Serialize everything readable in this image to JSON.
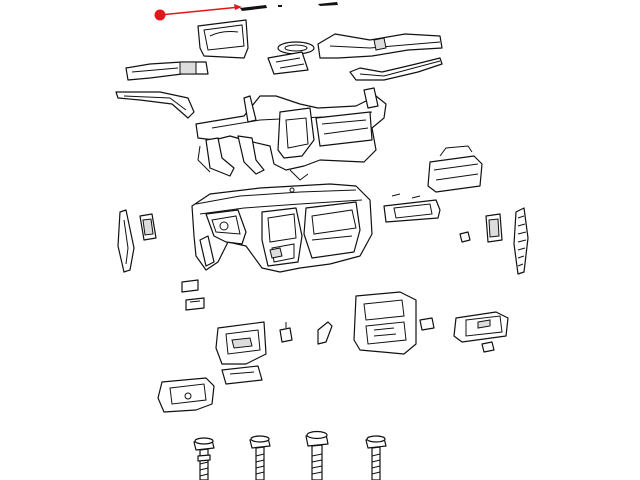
{
  "diagram": {
    "kind": "exploded parts diagram",
    "colors": {
      "line": "#111111",
      "fill": "#ffffff",
      "shade": "#dddddd",
      "highlight": "#e3161b"
    },
    "highlight": {
      "marker": "red-callout-dot",
      "points_to": "center-dash-vent-upper"
    },
    "parts": [
      "cluster-bezel",
      "defroster-vent-top",
      "center-dash-vent-upper",
      "left-duct",
      "right-duct",
      "side-window-duct-left",
      "side-window-duct-right",
      "instrument-panel-frame",
      "instrument-panel-assembly",
      "glove-box-upper",
      "right-vent-trim",
      "left-end-cap",
      "left-side-vent",
      "right-side-vent",
      "right-end-cap",
      "small-clip",
      "center-console-panel",
      "glove-box-door",
      "lower-bracket",
      "wiring-clips",
      "knee-bolster",
      "bolt-1",
      "bolt-2",
      "bolt-3",
      "bolt-4"
    ]
  }
}
